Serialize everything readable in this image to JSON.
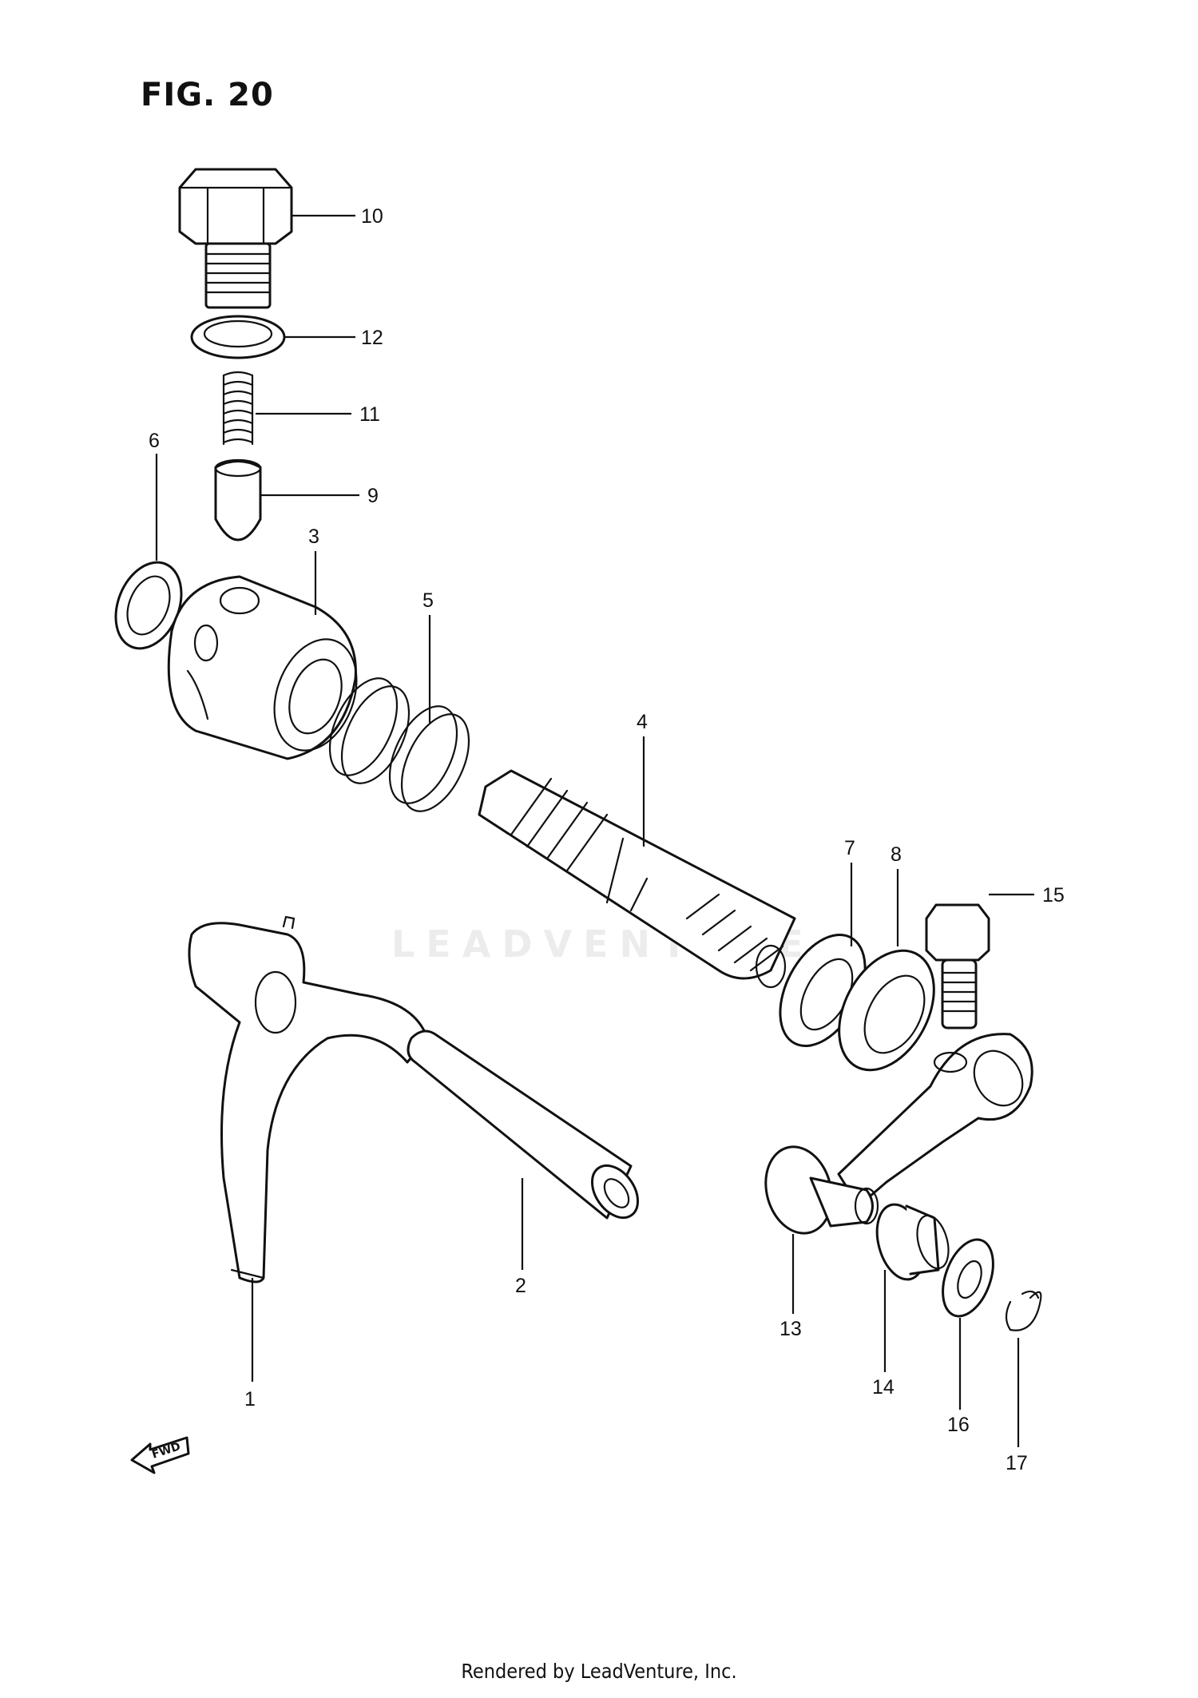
{
  "figure_title": "FIG. 20",
  "watermark": "LEADVENTURE",
  "footer": "Rendered by LeadVenture, Inc.",
  "direction_arrow": "FWD",
  "callouts": [
    "1",
    "2",
    "3",
    "4",
    "5",
    "6",
    "7",
    "8",
    "9",
    "10",
    "11",
    "12",
    "13",
    "14",
    "15",
    "16",
    "17"
  ]
}
